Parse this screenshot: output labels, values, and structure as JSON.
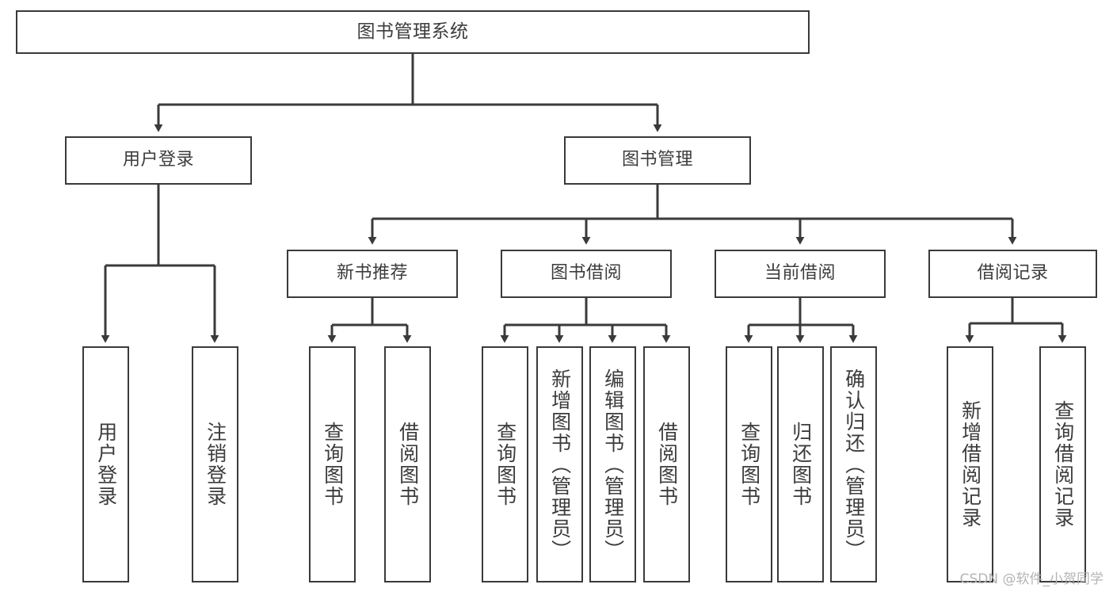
{
  "diagram": {
    "type": "tree",
    "title": "图书管理系统",
    "root": {
      "label": "图书管理系统"
    },
    "level2": [
      {
        "label": "用户登录"
      },
      {
        "label": "图书管理"
      }
    ],
    "level3": [
      {
        "label": "新书推荐"
      },
      {
        "label": "图书借阅"
      },
      {
        "label": "当前借阅"
      },
      {
        "label": "借阅记录"
      }
    ],
    "leaves": {
      "user_login": [
        {
          "label": "用户登录"
        },
        {
          "label": "注销登录"
        }
      ],
      "new_book_recommend": [
        {
          "label": "查询图书"
        },
        {
          "label": "借阅图书"
        }
      ],
      "book_borrow": [
        {
          "label": "查询图书"
        },
        {
          "label": "新增图书（管理员）"
        },
        {
          "label": "编辑图书（管理员）"
        },
        {
          "label": "借阅图书"
        }
      ],
      "current_borrow": [
        {
          "label": "查询图书"
        },
        {
          "label": "归还图书"
        },
        {
          "label": "确认归还（管理员）"
        }
      ],
      "borrow_records": [
        {
          "label": "新增借阅记录"
        },
        {
          "label": "查询借阅记录"
        }
      ]
    }
  },
  "watermark": {
    "text": "CSDN @软件_小贺同学"
  },
  "colors": {
    "background": "#ffffff",
    "box_border": "#3a3a3a",
    "box_fill": "#ffffff",
    "text": "#3c3c3c",
    "connector": "#3a3a3a",
    "watermark": "#b4b4b4"
  }
}
